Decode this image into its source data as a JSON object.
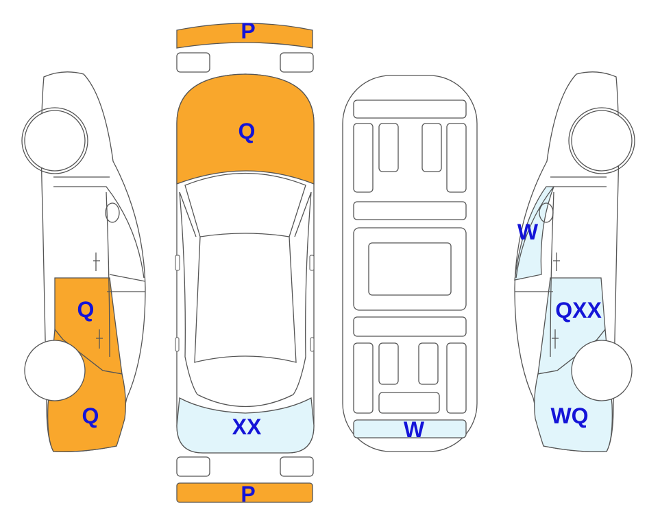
{
  "colors": {
    "orange": "#f9a72c",
    "light_blue": "#e1f5fb",
    "outline": "#555555",
    "label": "#1414d8",
    "white": "#ffffff"
  },
  "regions": {
    "front_bumper": {
      "code": "P",
      "status": "orange"
    },
    "hood": {
      "code": "Q",
      "status": "orange"
    },
    "rear_window": {
      "code": "XX",
      "status": "light_blue"
    },
    "rear_bumper": {
      "code": "P",
      "status": "orange"
    },
    "floor_rear_panel": {
      "code": "W",
      "status": "light_blue"
    },
    "left_front_door": {
      "code": "Q",
      "status": "orange"
    },
    "left_front_fender": {
      "code": "Q",
      "status": "orange"
    },
    "right_windshield_pillar": {
      "code": "W",
      "status": "light_blue"
    },
    "right_front_door": {
      "code": "QXX",
      "status": "light_blue"
    },
    "right_front_fender": {
      "code": "WQ",
      "status": "light_blue"
    }
  }
}
